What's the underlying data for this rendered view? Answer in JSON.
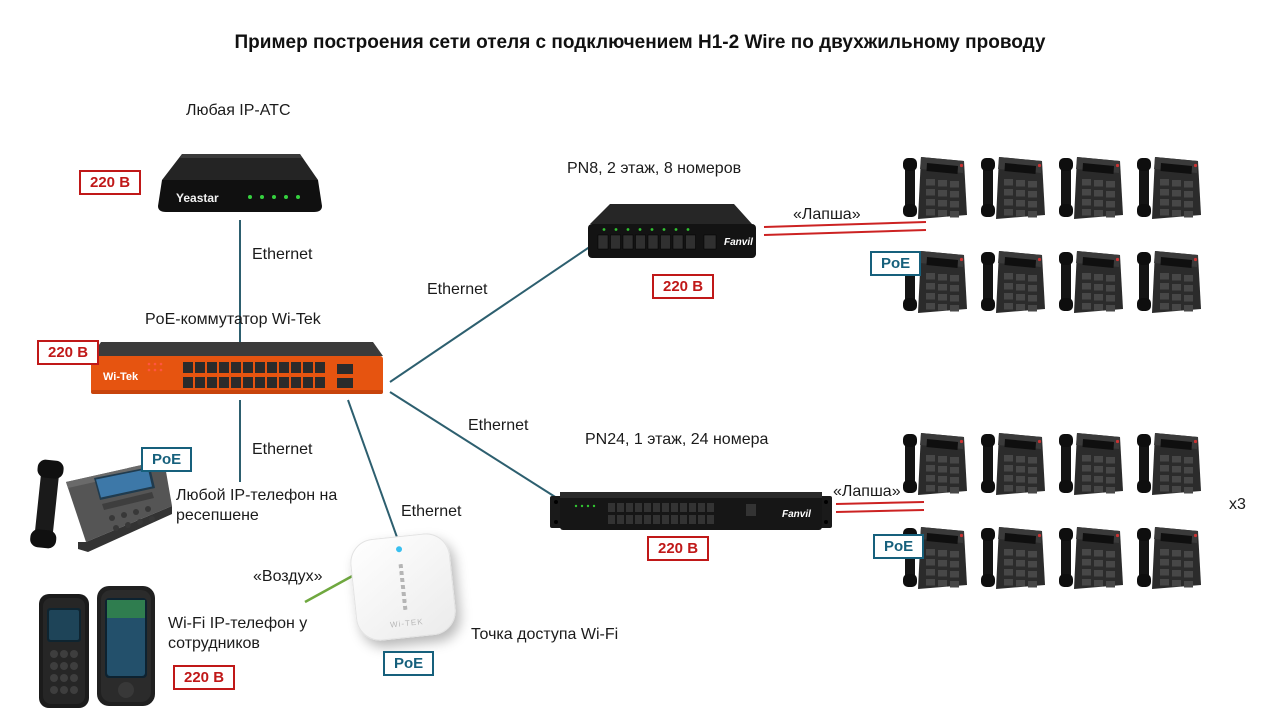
{
  "title": "Пример построения сети отеля с подключением H1-2 Wire по двухжильному проводу",
  "badges": {
    "power": "220 В",
    "poe": "PoE"
  },
  "nodes": {
    "pbx": {
      "label": "Любая IP-АТС",
      "brand": "Yeastar"
    },
    "core_switch": {
      "label": "PoE-коммутатор Wi-Tek",
      "brand": "Wi-Tek"
    },
    "pn8": {
      "label": "PN8, 2 этаж, 8 номеров",
      "brand": "Fanvil"
    },
    "pn24": {
      "label": "PN24, 1 этаж, 24 номера",
      "brand": "Fanvil"
    },
    "ap": {
      "label": "Точка доступа Wi-Fi",
      "brand": "Wi-TEK"
    },
    "reception_phone": {
      "label": "Любой IP-телефон на ресепшене"
    },
    "wifi_phone": {
      "label": "Wi-Fi IP-телефон у сотрудников"
    }
  },
  "edges": {
    "ethernet": "Ethernet",
    "lapsha": "«Лапша»",
    "air": "«Воздух»",
    "multiplier": "x3"
  },
  "colors": {
    "power_badge": "#c01818",
    "poe_badge": "#16607c",
    "ethernet_line": "#2d5f6f",
    "lapsha_line": "#cc2222",
    "air_line": "#6fa83f",
    "core_switch_orange": "#e65410"
  }
}
